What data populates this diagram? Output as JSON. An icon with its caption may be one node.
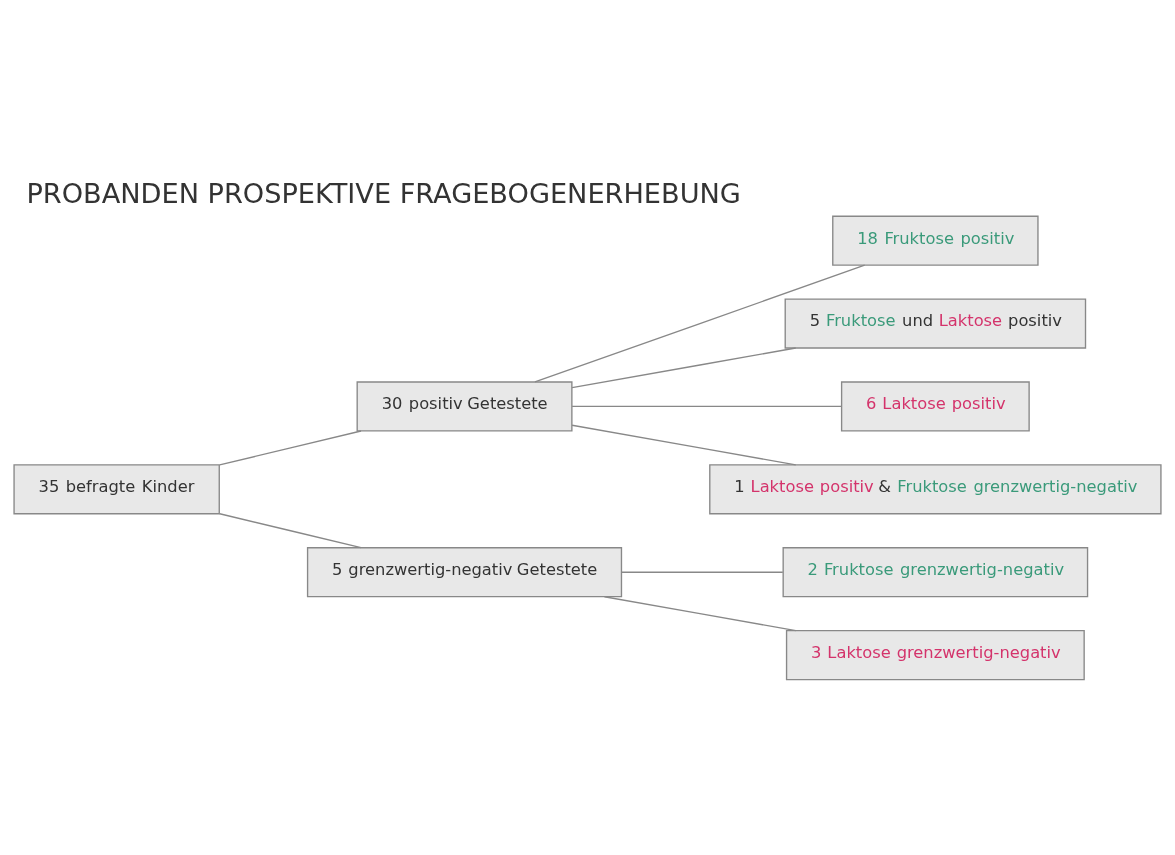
{
  "diagram": {
    "title": "PROBANDEN PROSPEKTIVE FRAGEBOGENERHEBUNG",
    "nodes": [
      {
        "text": [
          "35 befragte Kinder"
        ]
      },
      {
        "text": [
          "30 positiv Getestete"
        ]
      },
      {
        "text": [
          "5 grenzwertig-negativ Getestete"
        ]
      },
      {
        "text": [
          "18 Fruktose positiv"
        ]
      },
      {
        "text": [
          "5 Fruktose und Laktose positiv"
        ]
      },
      {
        "text": [
          "6 Laktose positiv"
        ]
      },
      {
        "text": [
          "1 Laktose positiv & Fruktose grenzwertig-negativ"
        ]
      },
      {
        "text": [
          "2 Fruktose grenzwertig-negativ"
        ]
      },
      {
        "text": [
          "3 Laktose grenzwertig-negativ"
        ]
      }
    ],
    "edges": [
      {
        "from": 0,
        "to": 1,
        "arrow": "none"
      },
      {
        "from": 0,
        "to": 2,
        "arrow": "none"
      },
      {
        "from": 1,
        "to": 3,
        "arrow": "none"
      },
      {
        "from": 1,
        "to": 4,
        "arrow": "none"
      },
      {
        "from": 1,
        "to": 5,
        "arrow": "none"
      },
      {
        "from": 1,
        "to": 6,
        "arrow": "none"
      },
      {
        "from": 2,
        "to": 7,
        "arrow": "none"
      },
      {
        "from": 2,
        "to": 8,
        "arrow": "none"
      }
    ]
  }
}
